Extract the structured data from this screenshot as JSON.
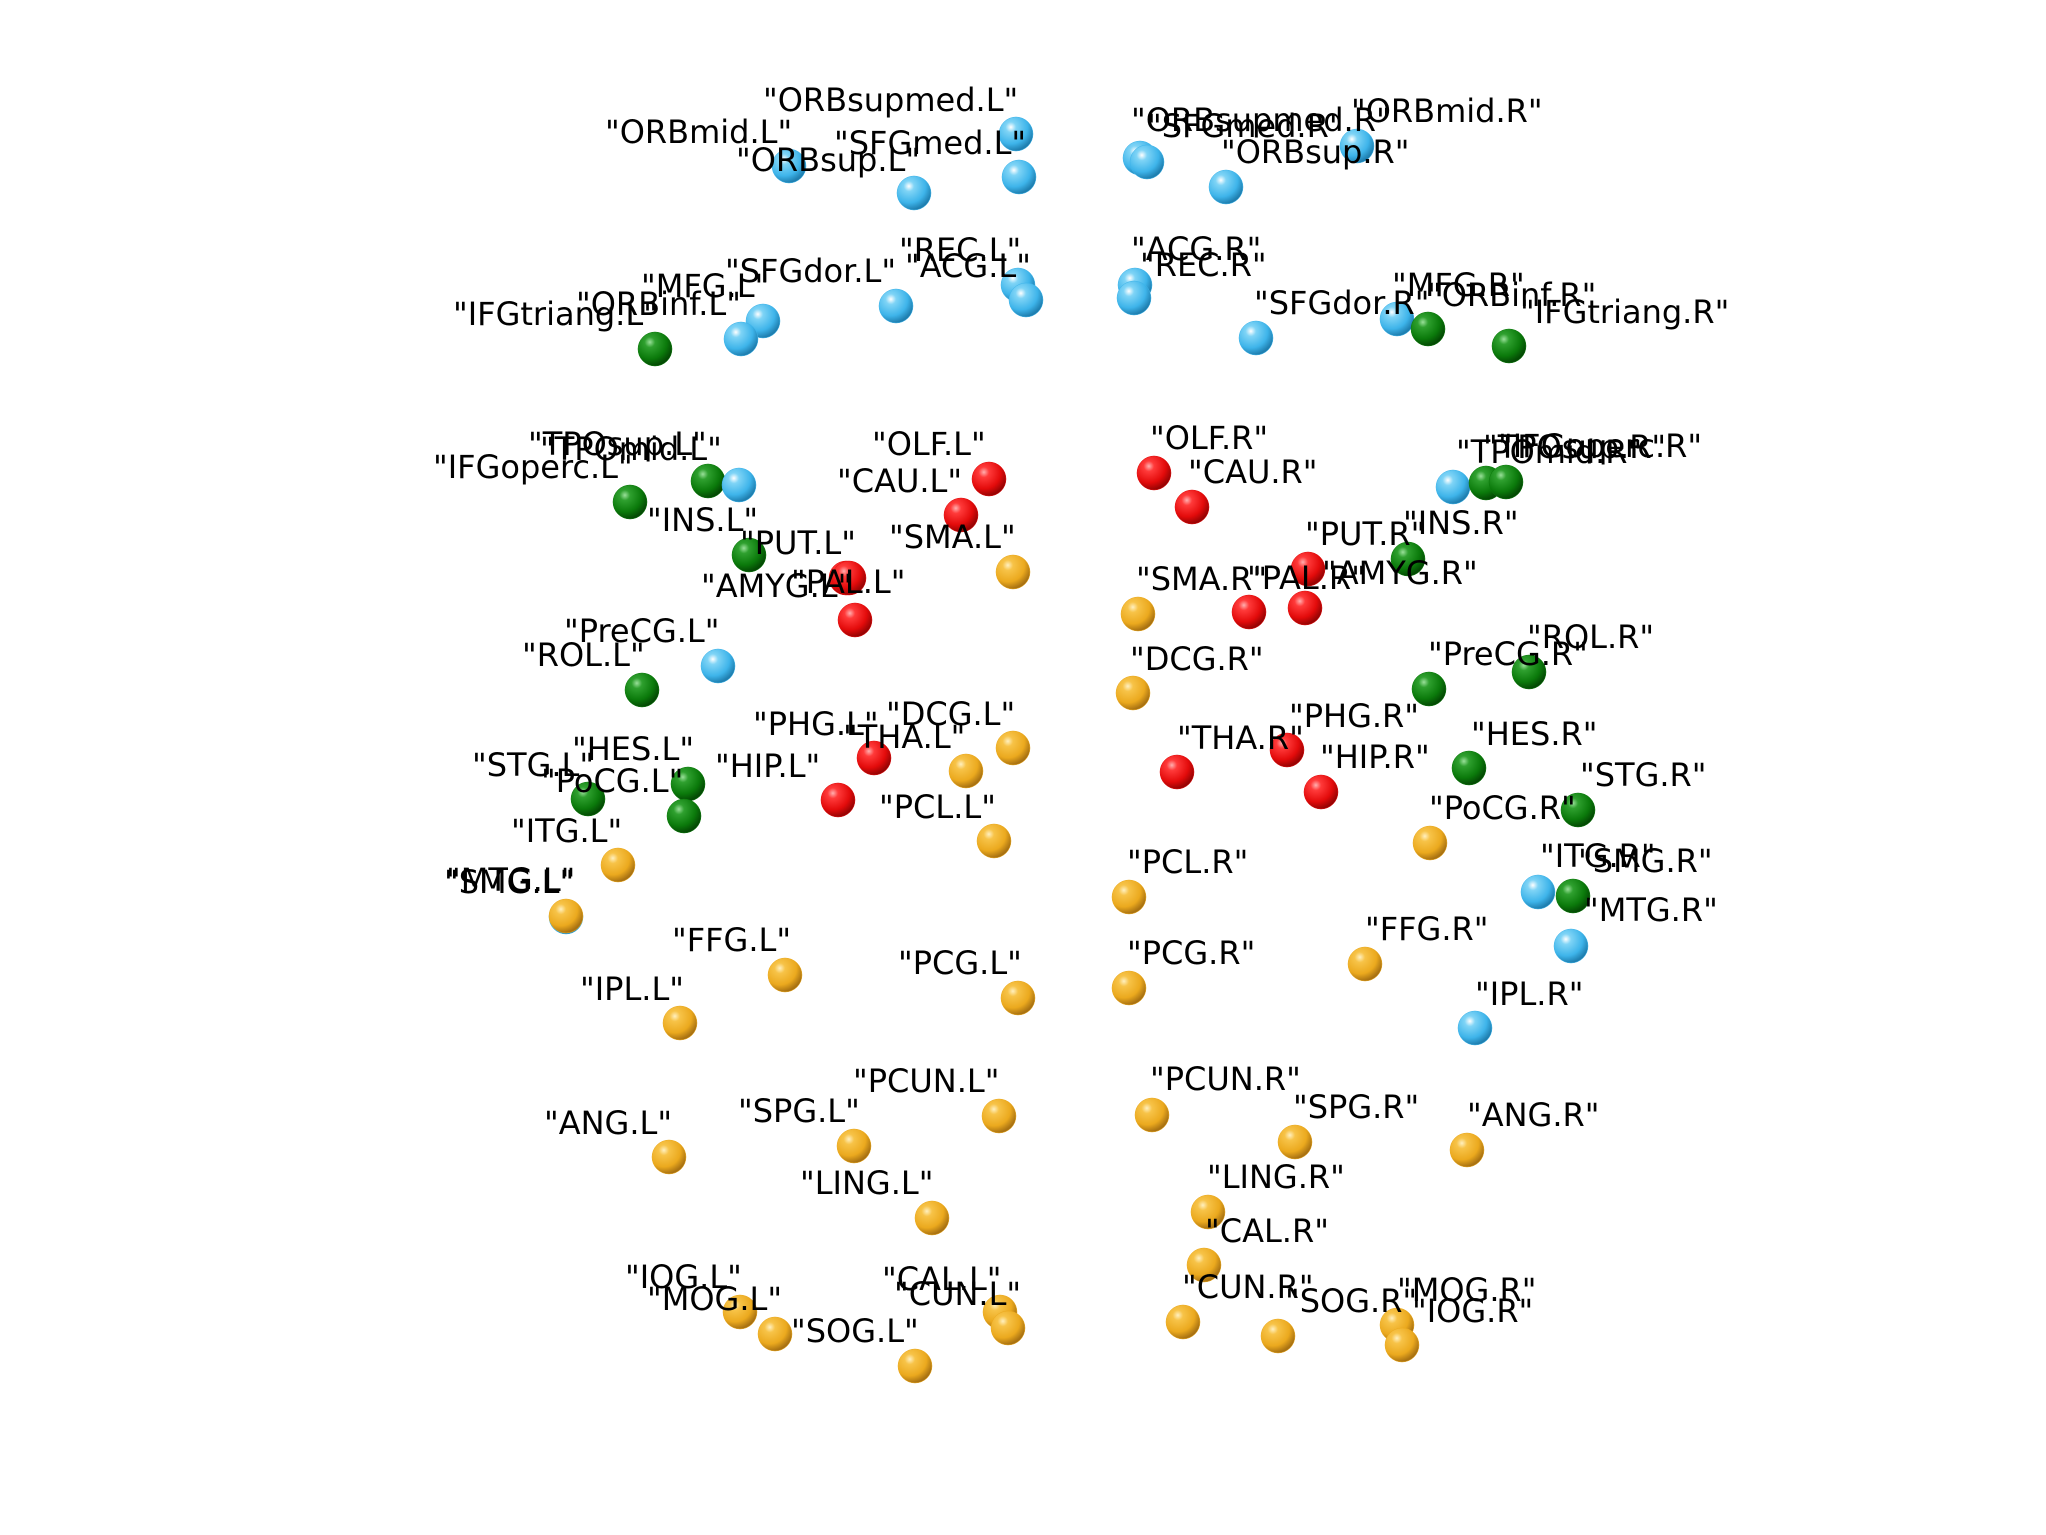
{
  "colors": {
    "prefrontal": "#3eb4ea",
    "frontal": "#0b7a0b",
    "subcortical": "#e30b0b",
    "posterior": "#eba91e"
  },
  "nodes": [
    {
      "id": "ORBsupmed.L",
      "label": "\"ORBsupmed.L\"",
      "group": "prefrontal"
    },
    {
      "id": "ORBmid.L",
      "label": "\"ORBmid.L\"",
      "group": "prefrontal"
    },
    {
      "id": "SFGmed.L",
      "label": "\"SFGmed.L\"",
      "group": "prefrontal"
    },
    {
      "id": "ORBsup.L",
      "label": "\"ORBsup.L\"",
      "group": "prefrontal"
    },
    {
      "id": "ORBsupmed.R",
      "label": "\"ORBsupmed.R\"",
      "group": "prefrontal"
    },
    {
      "id": "ORBmid.R",
      "label": "\"ORBmid.R\"",
      "group": "prefrontal"
    },
    {
      "id": "SFGmed.R",
      "label": "\"SFGmed.R\"",
      "group": "prefrontal"
    },
    {
      "id": "ORBsup.R",
      "label": "\"ORBsup.R\"",
      "group": "prefrontal"
    },
    {
      "id": "REC.L",
      "label": "\"REC.L\"",
      "group": "prefrontal"
    },
    {
      "id": "ACG.L",
      "label": "\"ACG.L\"",
      "group": "prefrontal"
    },
    {
      "id": "SFGdor.L",
      "label": "\"SFGdor.L\"",
      "group": "prefrontal"
    },
    {
      "id": "MFG.L",
      "label": "\"MFG.L\"",
      "group": "prefrontal"
    },
    {
      "id": "ORBinf.L",
      "label": "\"ORBinf.L\"",
      "group": "prefrontal"
    },
    {
      "id": "IFGtriang.L",
      "label": "\"IFGtriang.L\"",
      "group": "frontal"
    },
    {
      "id": "ACG.R",
      "label": "\"ACG.R\"",
      "group": "prefrontal"
    },
    {
      "id": "REC.R",
      "label": "\"REC.R\"",
      "group": "prefrontal"
    },
    {
      "id": "SFGdor.R",
      "label": "\"SFGdor.R\"",
      "group": "prefrontal"
    },
    {
      "id": "MFG.R",
      "label": "\"MFG.R\"",
      "group": "prefrontal"
    },
    {
      "id": "ORBinf.R",
      "label": "\"ORBinf.R\"",
      "group": "frontal"
    },
    {
      "id": "IFGtriang.R",
      "label": "\"IFGtriang.R\"",
      "group": "frontal"
    },
    {
      "id": "TPOsup.L",
      "label": "\"TPOsup.L\"",
      "group": "frontal"
    },
    {
      "id": "TPOmid.L",
      "label": "\"TPOmid.L\"",
      "group": "prefrontal"
    },
    {
      "id": "IFGoperc.L",
      "label": "\"IFGoperc.L\"",
      "group": "frontal"
    },
    {
      "id": "OLF.L",
      "label": "\"OLF.L\"",
      "group": "subcortical"
    },
    {
      "id": "CAU.L",
      "label": "\"CAU.L\"",
      "group": "subcortical"
    },
    {
      "id": "OLF.R",
      "label": "\"OLF.R\"",
      "group": "subcortical"
    },
    {
      "id": "CAU.R",
      "label": "\"CAU.R\"",
      "group": "subcortical"
    },
    {
      "id": "TPOmid.R",
      "label": "\"TPOmid.R\"",
      "group": "prefrontal"
    },
    {
      "id": "TPOsup.R",
      "label": "\"TPOsup.R\"",
      "group": "frontal"
    },
    {
      "id": "IFGoperc.R",
      "label": "\"IFGoperc.R\"",
      "group": "frontal"
    },
    {
      "id": "INS.L",
      "label": "\"INS.L\"",
      "group": "frontal"
    },
    {
      "id": "PUT.L",
      "label": "\"PUT.L\"",
      "group": "subcortical"
    },
    {
      "id": "SMA.L",
      "label": "\"SMA.L\"",
      "group": "posterior"
    },
    {
      "id": "PAL.L",
      "label": "\"PAL.L\"",
      "group": "subcortical"
    },
    {
      "id": "AMYG.L",
      "label": "\"AMYG.L\"",
      "group": "subcortical"
    },
    {
      "id": "INS.R",
      "label": "\"INS.R\"",
      "group": "frontal"
    },
    {
      "id": "PUT.R",
      "label": "\"PUT.R\"",
      "group": "subcortical"
    },
    {
      "id": "SMA.R",
      "label": "\"SMA.R\"",
      "group": "posterior"
    },
    {
      "id": "PAL.R",
      "label": "\"PAL.R\"",
      "group": "subcortical"
    },
    {
      "id": "AMYG.R",
      "label": "\"AMYG.R\"",
      "group": "subcortical"
    },
    {
      "id": "PreCG.L",
      "label": "\"PreCG.L\"",
      "group": "prefrontal"
    },
    {
      "id": "ROL.L",
      "label": "\"ROL.L\"",
      "group": "frontal"
    },
    {
      "id": "DCG.R",
      "label": "\"DCG.R\"",
      "group": "posterior"
    },
    {
      "id": "PreCG.R",
      "label": "\"PreCG.R\"",
      "group": "frontal"
    },
    {
      "id": "ROL.R",
      "label": "\"ROL.R\"",
      "group": "frontal"
    },
    {
      "id": "PHG.L",
      "label": "\"PHG.L\"",
      "group": "subcortical"
    },
    {
      "id": "DCG.L",
      "label": "\"DCG.L\"",
      "group": "posterior"
    },
    {
      "id": "THA.L",
      "label": "\"THA.L\"",
      "group": "posterior"
    },
    {
      "id": "HIP.L",
      "label": "\"HIP.L\"",
      "group": "subcortical"
    },
    {
      "id": "HES.L",
      "label": "\"HES.L\"",
      "group": "frontal"
    },
    {
      "id": "STG.L",
      "label": "\"STG.L\"",
      "group": "frontal"
    },
    {
      "id": "PoCG.L",
      "label": "\"PoCG.L\"",
      "group": "frontal"
    },
    {
      "id": "PCL.L",
      "label": "\"PCL.L\"",
      "group": "posterior"
    },
    {
      "id": "THA.R",
      "label": "\"THA.R\"",
      "group": "subcortical"
    },
    {
      "id": "PHG.R",
      "label": "\"PHG.R\"",
      "group": "subcortical"
    },
    {
      "id": "HIP.R",
      "label": "\"HIP.R\"",
      "group": "subcortical"
    },
    {
      "id": "HES.R",
      "label": "\"HES.R\"",
      "group": "frontal"
    },
    {
      "id": "STG.R",
      "label": "\"STG.R\"",
      "group": "frontal"
    },
    {
      "id": "PoCG.R",
      "label": "\"PoCG.R\"",
      "group": "posterior"
    },
    {
      "id": "ITG.L",
      "label": "\"ITG.L\"",
      "group": "posterior"
    },
    {
      "id": "SMG.L",
      "label": "\"SMG.L\"",
      "group": "prefrontal"
    },
    {
      "id": "MTG.L",
      "label": "\"MTG.L\"",
      "group": "posterior"
    },
    {
      "id": "PCL.R",
      "label": "\"PCL.R\"",
      "group": "posterior"
    },
    {
      "id": "ITG.R",
      "label": "\"ITG.R\"",
      "group": "prefrontal"
    },
    {
      "id": "SMG.R",
      "label": "\"SMG.R\"",
      "group": "frontal"
    },
    {
      "id": "MTG.R",
      "label": "\"MTG.R\"",
      "group": "prefrontal"
    },
    {
      "id": "FFG.L",
      "label": "\"FFG.L\"",
      "group": "posterior"
    },
    {
      "id": "IPL.L",
      "label": "\"IPL.L\"",
      "group": "posterior"
    },
    {
      "id": "PCG.L",
      "label": "\"PCG.L\"",
      "group": "posterior"
    },
    {
      "id": "PCG.R",
      "label": "\"PCG.R\"",
      "group": "posterior"
    },
    {
      "id": "FFG.R",
      "label": "\"FFG.R\"",
      "group": "posterior"
    },
    {
      "id": "IPL.R",
      "label": "\"IPL.R\"",
      "group": "prefrontal"
    },
    {
      "id": "PCUN.L",
      "label": "\"PCUN.L\"",
      "group": "posterior"
    },
    {
      "id": "SPG.L",
      "label": "\"SPG.L\"",
      "group": "posterior"
    },
    {
      "id": "ANG.L",
      "label": "\"ANG.L\"",
      "group": "posterior"
    },
    {
      "id": "PCUN.R",
      "label": "\"PCUN.R\"",
      "group": "posterior"
    },
    {
      "id": "SPG.R",
      "label": "\"SPG.R\"",
      "group": "posterior"
    },
    {
      "id": "ANG.R",
      "label": "\"ANG.R\"",
      "group": "posterior"
    },
    {
      "id": "LING.L",
      "label": "\"LING.L\"",
      "group": "posterior"
    },
    {
      "id": "LING.R",
      "label": "\"LING.R\"",
      "group": "posterior"
    },
    {
      "id": "CAL.R",
      "label": "\"CAL.R\"",
      "group": "posterior"
    },
    {
      "id": "IOG.L",
      "label": "\"IOG.L\"",
      "group": "posterior"
    },
    {
      "id": "MOG.L",
      "label": "\"MOG.L\"",
      "group": "posterior"
    },
    {
      "id": "CAL.L",
      "label": "\"CAL.L\"",
      "group": "posterior"
    },
    {
      "id": "CUN.L",
      "label": "\"CUN.L\"",
      "group": "posterior"
    },
    {
      "id": "SOG.L",
      "label": "\"SOG.L\"",
      "group": "posterior"
    },
    {
      "id": "CUN.R",
      "label": "\"CUN.R\"",
      "group": "posterior"
    },
    {
      "id": "SOG.R",
      "label": "\"SOG.R\"",
      "group": "posterior"
    },
    {
      "id": "MOG.R",
      "label": "\"MOG.R\"",
      "group": "posterior"
    },
    {
      "id": "IOG.R",
      "label": "\"IOG.R\"",
      "group": "posterior"
    }
  ]
}
